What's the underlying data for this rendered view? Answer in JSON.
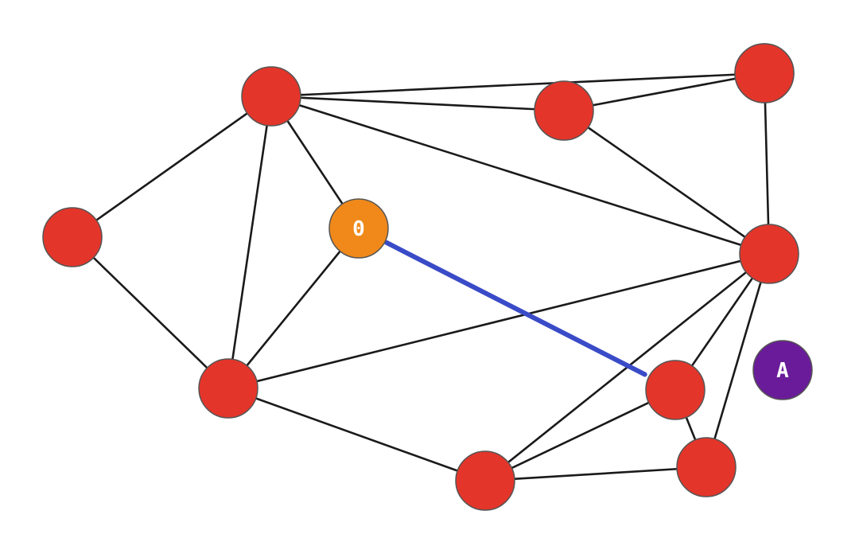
{
  "graph": {
    "colors": {
      "edge": "#1a1a1a",
      "node_default": "#e4352a",
      "node_start": "#f0891a",
      "node_agent": "#6a1b9a",
      "highlight_edge": "#3a4bc8"
    },
    "nodes": [
      {
        "id": "n1",
        "label": "",
        "role": "default"
      },
      {
        "id": "n2",
        "label": "",
        "role": "default"
      },
      {
        "id": "n3",
        "label": "",
        "role": "default"
      },
      {
        "id": "n4",
        "label": "",
        "role": "default"
      },
      {
        "id": "n5",
        "label": "0",
        "role": "start"
      },
      {
        "id": "n6",
        "label": "",
        "role": "default"
      },
      {
        "id": "n7",
        "label": "",
        "role": "default"
      },
      {
        "id": "n8",
        "label": "",
        "role": "default"
      },
      {
        "id": "n9",
        "label": "",
        "role": "default"
      },
      {
        "id": "n10",
        "label": "",
        "role": "default"
      },
      {
        "id": "n11",
        "label": "",
        "role": "default"
      },
      {
        "id": "agent",
        "label": "A",
        "role": "agent"
      }
    ],
    "edges": [
      [
        "n1",
        "n3"
      ],
      [
        "n1",
        "n4"
      ],
      [
        "n1",
        "n5"
      ],
      [
        "n1",
        "n6"
      ],
      [
        "n1",
        "n2"
      ],
      [
        "n1",
        "n7"
      ],
      [
        "n2",
        "n7"
      ],
      [
        "n2",
        "n8"
      ],
      [
        "n8",
        "n7"
      ],
      [
        "n6",
        "n3"
      ],
      [
        "n6",
        "n5"
      ],
      [
        "n6",
        "n7"
      ],
      [
        "n6",
        "n9"
      ],
      [
        "n7",
        "n10"
      ],
      [
        "n7",
        "n9"
      ],
      [
        "n7",
        "n11"
      ],
      [
        "n9",
        "n10"
      ],
      [
        "n9",
        "n11"
      ],
      [
        "n11",
        "n10"
      ]
    ],
    "highlighted_edges": [
      [
        "n5",
        "n10"
      ]
    ]
  }
}
